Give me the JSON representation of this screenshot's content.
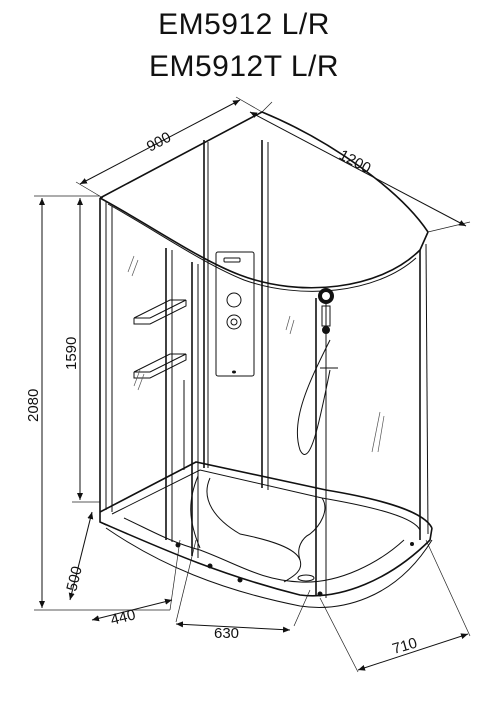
{
  "titles": [
    "EM5912 L/R",
    "EM5912T L/R"
  ],
  "dimensions": {
    "depth_top": "900",
    "width_top": "1200",
    "total_height": "2080",
    "glass_height": "1590",
    "tray_height": "500",
    "base_left": "440",
    "base_mid": "630",
    "base_right": "710"
  }
}
